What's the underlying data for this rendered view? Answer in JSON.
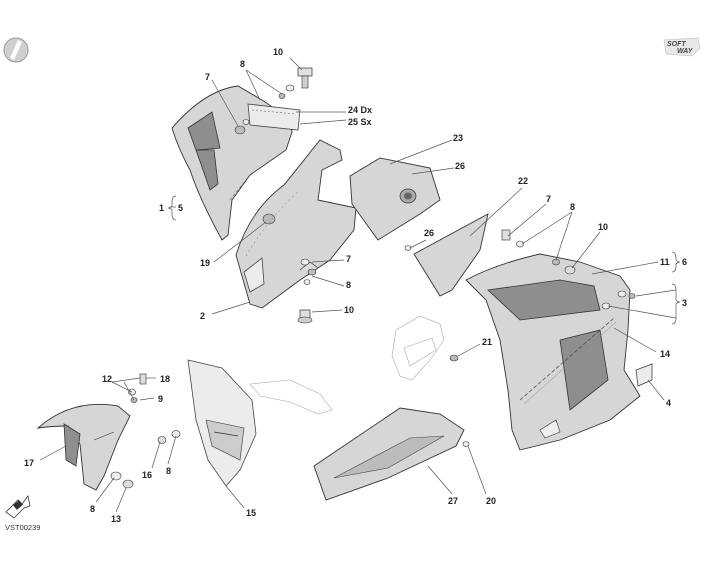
{
  "diagram": {
    "drawing_code": "VST00239",
    "logo": {
      "line1": "SOFT",
      "line2": "WAY"
    },
    "callouts": {
      "c10_top": "10",
      "c8_top": "8",
      "c7_top": "7",
      "c24": "24 Dx",
      "c25": "25 Sx",
      "c23": "23",
      "c26_a": "26",
      "c1": "1",
      "c5": "5",
      "c19": "19",
      "c7_mid": "7",
      "c8_mid": "8",
      "c2": "2",
      "c10_mid": "10",
      "c22": "22",
      "c7_right": "7",
      "c8_right": "8",
      "c26_b": "26",
      "c10_right": "10",
      "c11": "11",
      "c6": "6",
      "c3": "3",
      "c14": "14",
      "c4": "4",
      "c21": "21",
      "c12": "12",
      "c18": "18",
      "c9": "9",
      "c17": "17",
      "c16": "16",
      "c8_low": "8",
      "c8_fender": "8",
      "c13": "13",
      "c15": "15",
      "c27": "27",
      "c20": "20"
    }
  }
}
